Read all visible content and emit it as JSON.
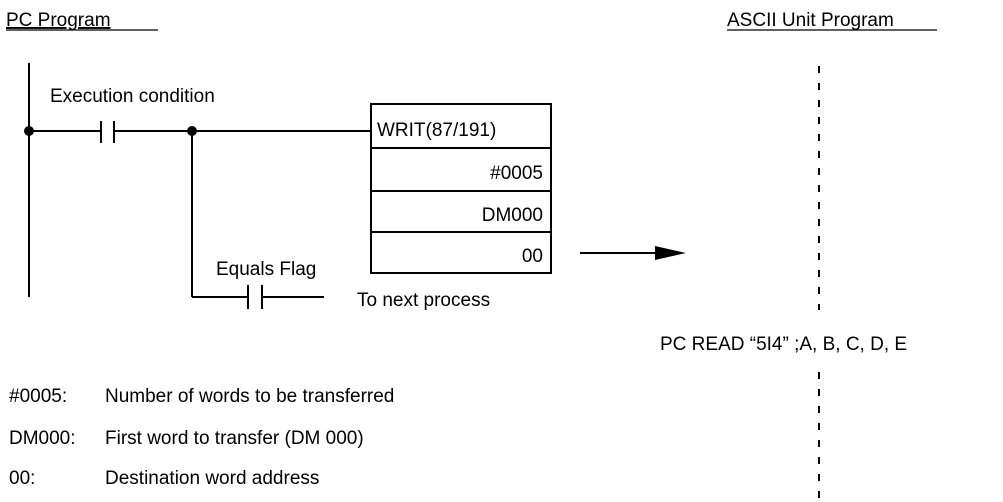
{
  "headings": {
    "pc_program": "PC Program",
    "ascii_unit_program": "ASCII Unit Program"
  },
  "ladder": {
    "execution_condition_label": "Execution condition",
    "equals_flag_label": "Equals Flag",
    "to_next_process_label": "To next process"
  },
  "instruction_block": {
    "name": "WRIT(87/191)",
    "operand_1": "#0005",
    "operand_2": "DM000",
    "operand_3": "00"
  },
  "ascii_statement": "PC READ “5I4” ;A, B, C, D, E",
  "legend": [
    {
      "term": "#0005:",
      "description": "Number of words to be transferred"
    },
    {
      "term": "DM000:",
      "description": "First word to transfer (DM 000)"
    },
    {
      "term": "00:",
      "description": "Destination word address"
    }
  ]
}
